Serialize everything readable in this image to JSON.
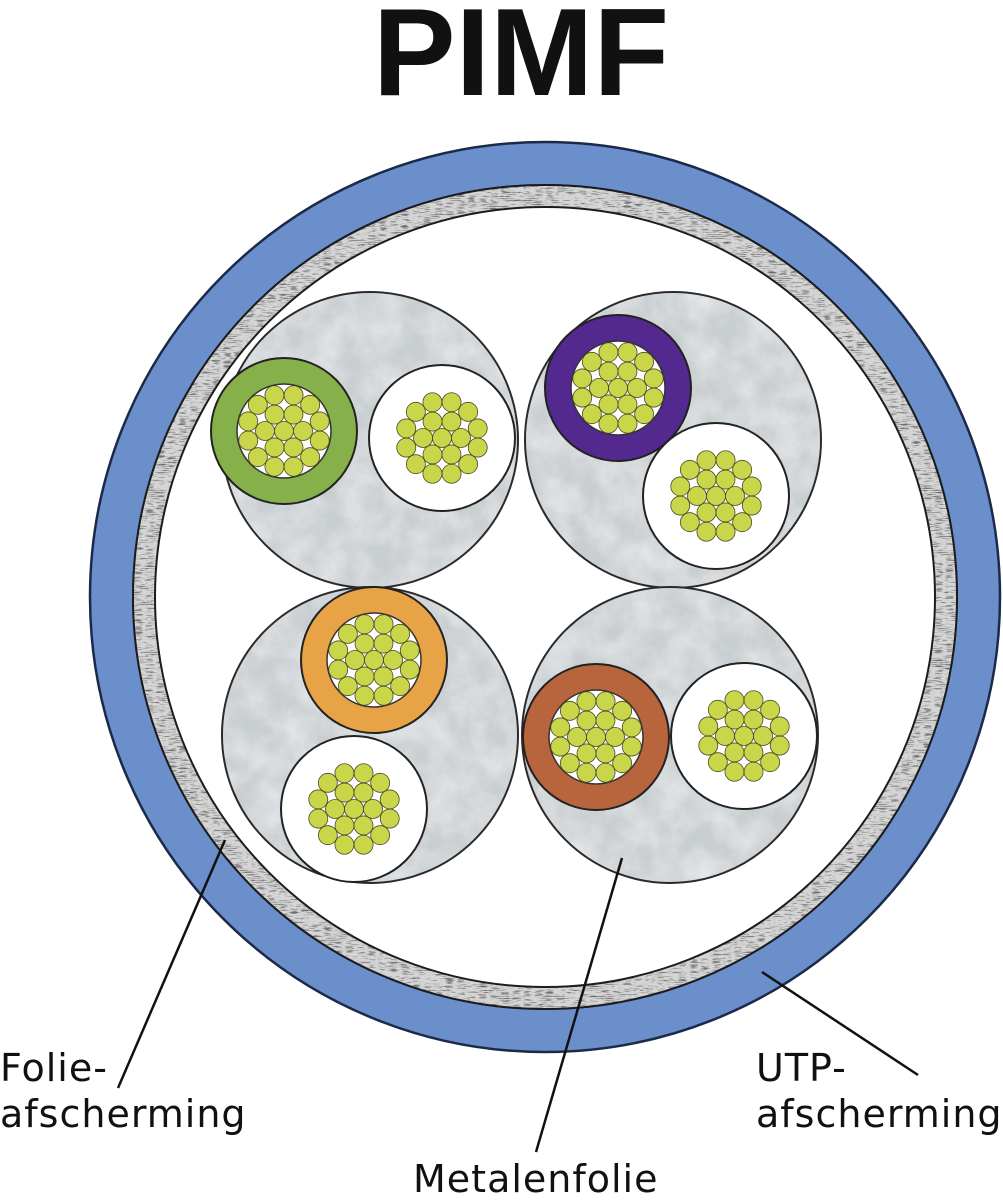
{
  "diagram": {
    "title": "PIMF",
    "labels": {
      "folie_line1": "Folie-",
      "folie_line2": "afscherming",
      "metalenfolie": "Metalenfolie",
      "utp_line1": "UTP-",
      "utp_line2": "afscherming"
    },
    "colors": {
      "outer_jacket": "#6b8fcb",
      "braid_shield": "#7a7a7a",
      "pair_foil": "#c9ced1",
      "conductor": "#c9d64a",
      "insulation_white": "#ffffff"
    },
    "pairs": [
      {
        "colored_wire": "green",
        "color": "#86b04a"
      },
      {
        "colored_wire": "purple",
        "color": "#53288f"
      },
      {
        "colored_wire": "orange",
        "color": "#e9a347"
      },
      {
        "colored_wire": "brown",
        "color": "#b8643c"
      }
    ]
  }
}
